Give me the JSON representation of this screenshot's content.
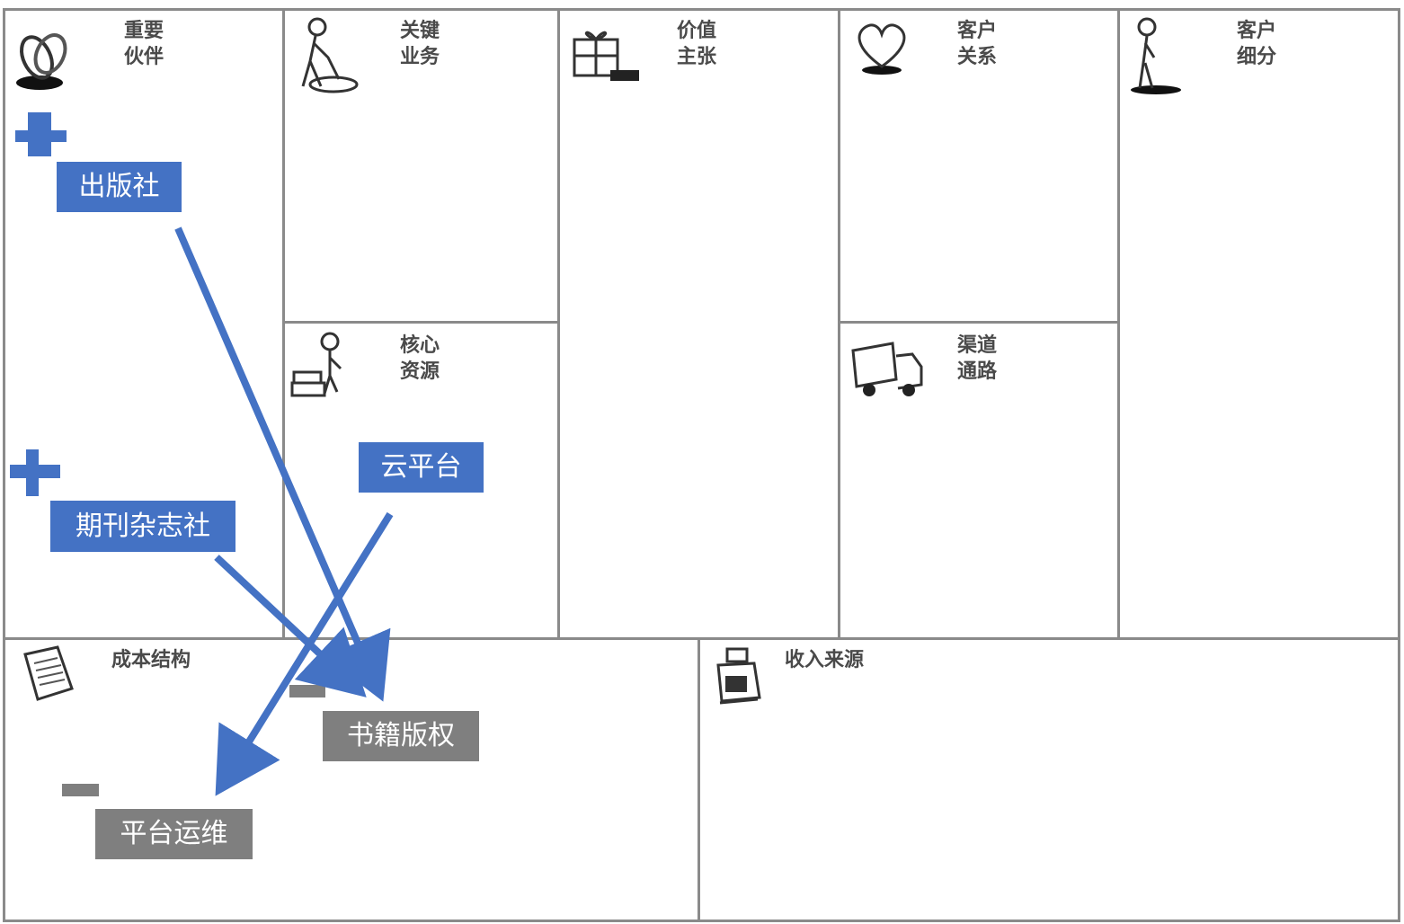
{
  "canvas": {
    "cells": [
      {
        "id": "key-partners",
        "line1": "重要",
        "line2": "伙伴",
        "icon": "rings-icon"
      },
      {
        "id": "key-activities",
        "line1": "关键",
        "line2": "业务",
        "icon": "person-shoveling-icon"
      },
      {
        "id": "key-resources",
        "line1": "核心",
        "line2": "资源",
        "icon": "person-with-bricks-icon"
      },
      {
        "id": "value-propositions",
        "line1": "价值",
        "line2": "主张",
        "icon": "gift-box-icon"
      },
      {
        "id": "customer-relationships",
        "line1": "客户",
        "line2": "关系",
        "icon": "heart-icon"
      },
      {
        "id": "channels",
        "line1": "渠道",
        "line2": "通路",
        "icon": "truck-icon"
      },
      {
        "id": "customer-segments",
        "line1": "客户",
        "line2": "细分",
        "icon": "standing-person-icon"
      },
      {
        "id": "cost-structure",
        "line1": "成本结构",
        "icon": "invoice-icon"
      },
      {
        "id": "revenue-streams",
        "line1": "收入来源",
        "icon": "cash-register-icon"
      }
    ]
  },
  "annotations": {
    "partner_1": "出版社",
    "partner_2": "期刊杂志社",
    "resource_1": "云平台",
    "cost_1": "书籍版权",
    "cost_2": "平台运维",
    "plus_color": "#4472c4",
    "minus_color": "#7f7f7f",
    "arrow_color": "#4472c4"
  }
}
